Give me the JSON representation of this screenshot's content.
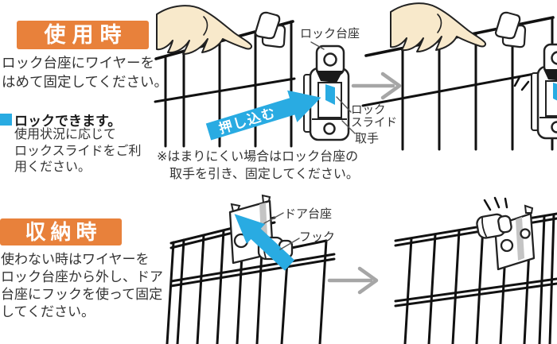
{
  "colors": {
    "orange": "#E8813B",
    "blue": "#29ABE2",
    "gray_arrow": "#A6A6A6",
    "text": "#333333",
    "skin": "#F8E9CB"
  },
  "usage": {
    "badge": "使用時",
    "para1": [
      "ロック台座にワイヤーを",
      "はめて固定してください。"
    ],
    "lock_heading": "ロックできます。",
    "para2": [
      "使用状況に応じて",
      "ロックスライドをご利",
      "用ください。"
    ],
    "arrow_label": "押し込む",
    "labels": {
      "lock_base": "ロック台座",
      "lock_slide_1": "ロック",
      "lock_slide_2": "スライド",
      "handle": "取手"
    },
    "note": [
      "※はまりにくい場合はロック台座の",
      "取手を引き、固定してください。"
    ]
  },
  "storage": {
    "badge": "収納時",
    "para": [
      "使わない時はワイヤーを",
      "ロック台座から外し、ドア",
      "台座にフックを使って固定",
      "してください。"
    ],
    "labels": {
      "door_base": "ドア台座",
      "hook": "フック"
    }
  }
}
